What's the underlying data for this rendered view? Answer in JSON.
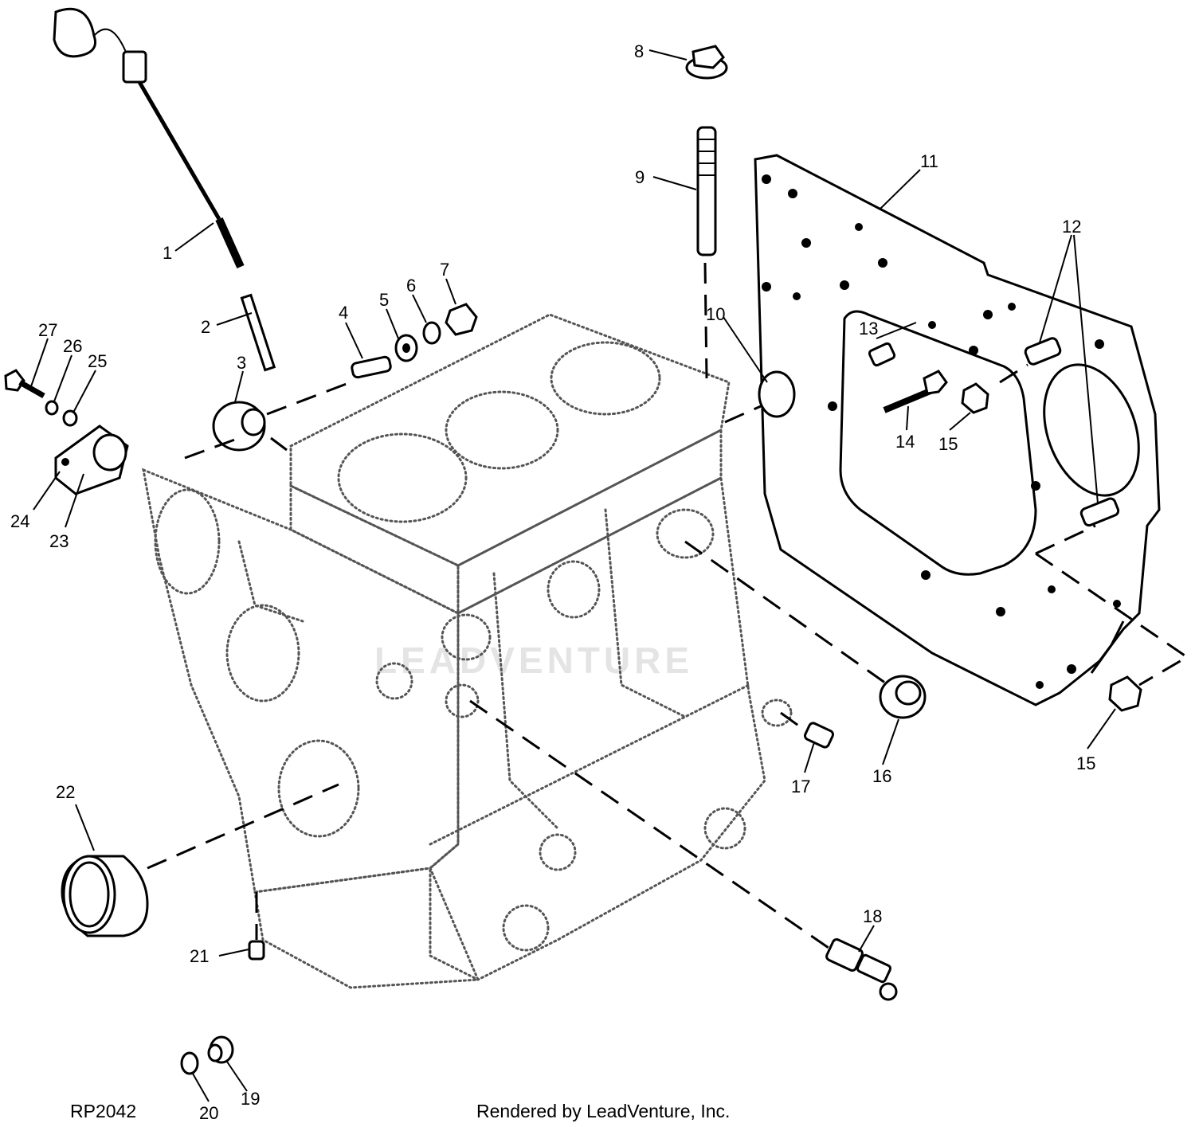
{
  "diagram": {
    "figure_id": "RP2042",
    "credit": "Rendered by LeadVenture, Inc.",
    "watermark": "LEADVENTURE",
    "callouts": [
      "1",
      "2",
      "3",
      "4",
      "5",
      "6",
      "7",
      "8",
      "9",
      "10",
      "11",
      "12",
      "13",
      "14",
      "15",
      "15",
      "16",
      "17",
      "18",
      "19",
      "20",
      "21",
      "22",
      "23",
      "24",
      "25",
      "26",
      "27"
    ]
  }
}
